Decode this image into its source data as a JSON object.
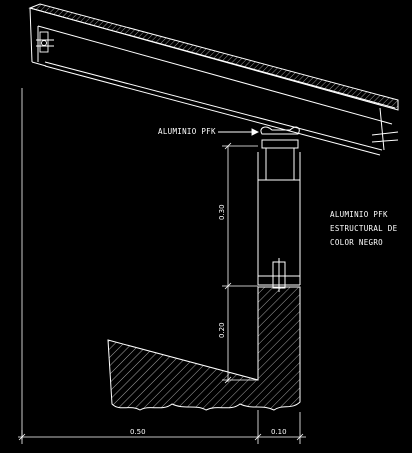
{
  "annotations": {
    "callout": "ALUMINIO PFK",
    "material_line1": "ALUMINIO PFK",
    "material_line2": "ESTRUCTURAL DE",
    "material_line3": "COLOR NEGRO"
  },
  "dimensions": {
    "column_upper_height": "0.30",
    "column_lower_height": "0.20",
    "overhang_width": "0.50",
    "column_width": "0.10"
  },
  "colors": {
    "background": "#000000",
    "linework": "#ffffff",
    "hatch": "#cfcfcf"
  }
}
